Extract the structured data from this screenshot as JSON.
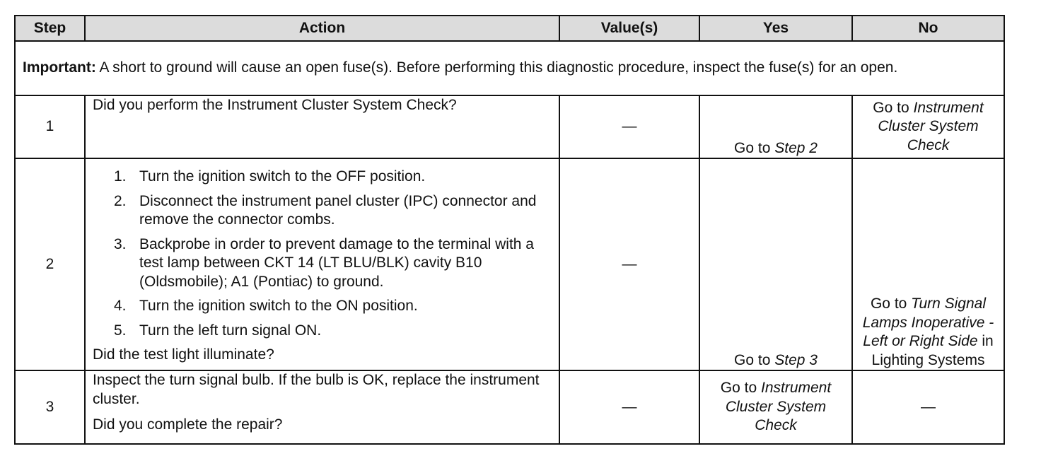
{
  "headers": {
    "step": "Step",
    "action": "Action",
    "values": "Value(s)",
    "yes": "Yes",
    "no": "No"
  },
  "important": {
    "label": "Important:",
    "text": " A short to ground will cause an open fuse(s). Before performing this diagnostic procedure, inspect the fuse(s) for an open."
  },
  "rows": [
    {
      "step": "1",
      "action": "Did you perform the Instrument Cluster System Check?",
      "value": "—",
      "yes_prefix": "Go to ",
      "yes_italic": "Step 2",
      "no_prefix": "Go to ",
      "no_italic": "Instrument Cluster System Check",
      "no_suffix": ""
    },
    {
      "step": "2",
      "substeps": [
        {
          "num": "1.",
          "text": "Turn the ignition switch to the OFF position."
        },
        {
          "num": "2.",
          "text": "Disconnect the instrument panel cluster (IPC) connector and remove the connector combs."
        },
        {
          "num": "3.",
          "text": "Backprobe in order to prevent damage to the terminal with a test lamp between CKT 14 (LT BLU/BLK) cavity B10 (Oldsmobile); A1 (Pontiac) to ground."
        },
        {
          "num": "4.",
          "text": "Turn the ignition switch to the ON position."
        },
        {
          "num": "5.",
          "text": "Turn the left turn signal ON."
        }
      ],
      "question": "Did the test light illuminate?",
      "value": "—",
      "yes_prefix": "Go to ",
      "yes_italic": "Step 3",
      "no_prefix": "Go to ",
      "no_italic": "Turn Signal Lamps Inoperative - Left or Right Side",
      "no_suffix": " in Lighting Systems"
    },
    {
      "step": "3",
      "action": "Inspect the turn signal bulb. If the bulb is OK, replace the instrument cluster.",
      "question": "Did you complete the repair?",
      "value": "—",
      "yes_prefix": "Go to ",
      "yes_italic": "Instrument Cluster System Check",
      "no": "—"
    }
  ]
}
